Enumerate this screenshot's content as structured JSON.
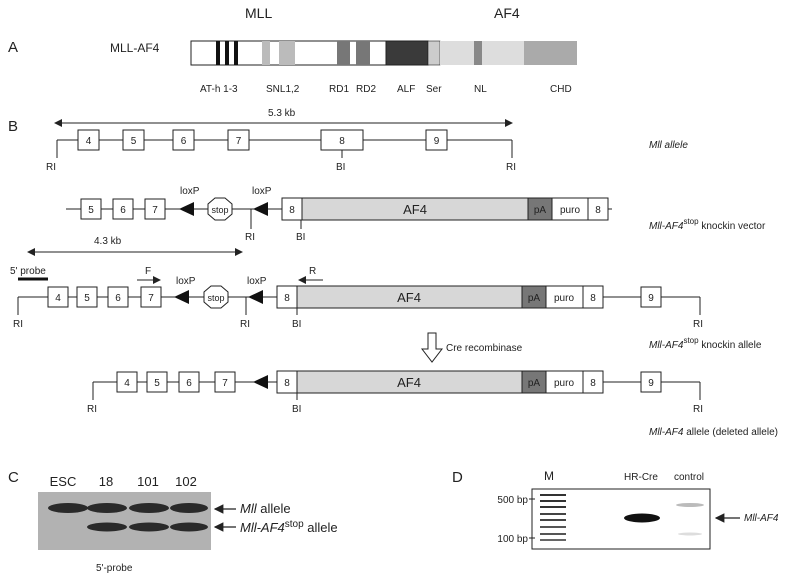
{
  "panels": {
    "a": "A",
    "b": "B",
    "c": "C",
    "d": "D"
  },
  "panel_a": {
    "header_mll": "MLL",
    "header_af4": "AF4",
    "label": "MLL-AF4",
    "domains": [
      "AT-h 1-3",
      "SNL1,2",
      "RD1",
      "RD2",
      "ALF",
      "Ser",
      "NL",
      "CHD"
    ]
  },
  "panel_b": {
    "dist_top": "5.3 kb",
    "dist_mid": "4.3 kb",
    "row1": {
      "exons": [
        "4",
        "5",
        "6",
        "7",
        "8",
        "9"
      ],
      "ri": "RI",
      "bi": "BI",
      "label": "Mll allele"
    },
    "row2": {
      "exons": [
        "5",
        "6",
        "7",
        "8",
        "8"
      ],
      "loxp": "loxP",
      "stop": "stop",
      "af4": "AF4",
      "pa": "pA",
      "puro": "puro",
      "ri": "RI",
      "bi": "BI",
      "label_main": "Mll-AF4",
      "label_sup": "stop",
      "label_tail": " knockin vector"
    },
    "row3": {
      "probe": "5' probe",
      "primer_f": "F",
      "primer_r": "R",
      "exons": [
        "4",
        "5",
        "6",
        "7",
        "8",
        "8",
        "9"
      ],
      "loxp": "loxP",
      "stop": "stop",
      "af4": "AF4",
      "pa": "pA",
      "puro": "puro",
      "ri": "RI",
      "bi": "BI",
      "label_main": "Mll-AF4",
      "label_sup": "stop",
      "label_tail": " knockin allele"
    },
    "cre": "Cre recombinase",
    "row4": {
      "exons": [
        "4",
        "5",
        "6",
        "7",
        "8",
        "8",
        "9"
      ],
      "af4": "AF4",
      "pa": "pA",
      "puro": "puro",
      "ri": "RI",
      "bi": "BI",
      "label_main": "Mll-AF4",
      "label_tail": " allele (deleted allele)"
    }
  },
  "panel_c": {
    "lanes": [
      "ESC",
      "18",
      "101",
      "102"
    ],
    "band1_main": "Mll",
    "band1_tail": " allele",
    "band2_main": "Mll-AF4",
    "band2_sup": "stop",
    "band2_tail": " allele",
    "caption": "5'-probe"
  },
  "panel_d": {
    "lanes": [
      "M",
      "HR-Cre",
      "control"
    ],
    "bp_500": "500 bp",
    "bp_100": "100 bp",
    "band": "Mll-AF4"
  }
}
